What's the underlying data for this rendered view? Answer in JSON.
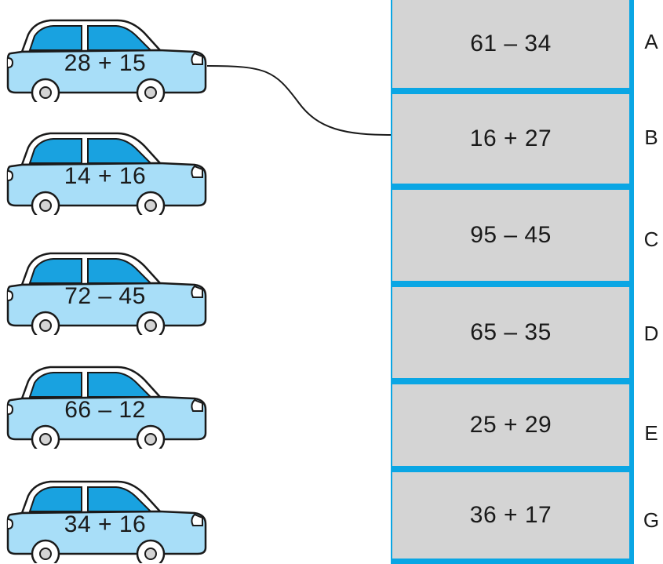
{
  "cars": [
    {
      "expression": "28 + 15"
    },
    {
      "expression": "14 + 16"
    },
    {
      "expression": "72 – 45"
    },
    {
      "expression": "66 – 12"
    },
    {
      "expression": "34 + 16"
    }
  ],
  "garage": {
    "slots": [
      {
        "expression": "61 – 34",
        "letter": "A"
      },
      {
        "expression": "16 + 27",
        "letter": "B"
      },
      {
        "expression": "95 – 45",
        "letter": "C"
      },
      {
        "expression": "65 – 35",
        "letter": "D"
      },
      {
        "expression": "25 + 29",
        "letter": "E"
      },
      {
        "expression": "36 + 17",
        "letter": "G"
      }
    ]
  },
  "colors": {
    "car_body": "#a8def8",
    "car_window": "#19a2e0",
    "garage_line": "#0aa6e4",
    "slot_fill": "#d4d4d4"
  }
}
